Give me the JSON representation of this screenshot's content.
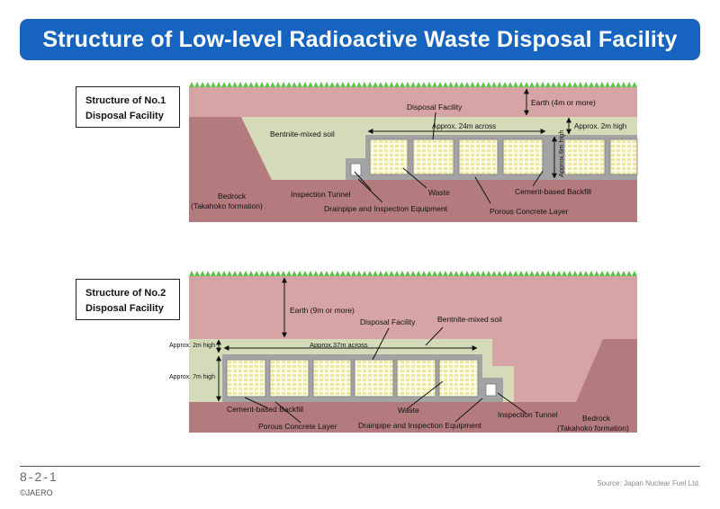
{
  "title": "Structure of Low-level Radioactive Waste Disposal Facility",
  "facility1": {
    "heading_line1": "Structure of No.1",
    "heading_line2": "Disposal Facility",
    "earth": "Earth (4m or more)",
    "disposal_facility": "Disposal Facility",
    "width": "Approx. 24m across",
    "height_top": "Approx. 2m high",
    "height_side": "Approx.6m high",
    "bentonite": "Bentnite-mixed soil",
    "bedrock_line1": "Bedrock",
    "bedrock_line2": "(Takahoko formation)",
    "inspection_tunnel": "Inspection Tunnel",
    "waste": "Waste",
    "cement": "Cement-based Backfill",
    "drainpipe": "Drainpipe and Inspection Equipment",
    "porous": "Porous Concrete Layer"
  },
  "facility2": {
    "heading_line1": "Structure of No.2",
    "heading_line2": "Disposal Facility",
    "earth": "Earth (9m or more)",
    "disposal_facility": "Disposal Facility",
    "bentonite": "Bentnite-mixed soil",
    "height_top": "Approx. 2m high",
    "width": "Approx.37m across",
    "height_side": "Approx. 7m high",
    "cement": "Cement-based Backfill",
    "porous": "Porous Concrete Layer",
    "waste": "Waste",
    "drainpipe": "Drainpipe and Inspection Equipment",
    "inspection_tunnel": "Inspection Tunnel",
    "bedrock_line1": "Bedrock",
    "bedrock_line2": "(Takahoko formation)"
  },
  "footer": {
    "page": "8-2-1",
    "copyright": "©JAERO",
    "source": "Source: Japan Nuclear Fuel Ltd."
  },
  "colors": {
    "banner": "#1763c0",
    "grass": "#5cc24a",
    "earth": "#d6a4a5",
    "bedrock": "#b47b7f",
    "bentonite": "#d5dbb9",
    "concrete": "#a3a3a3",
    "cell": "#fbfbe9",
    "cell_block": "#f2eda6"
  }
}
